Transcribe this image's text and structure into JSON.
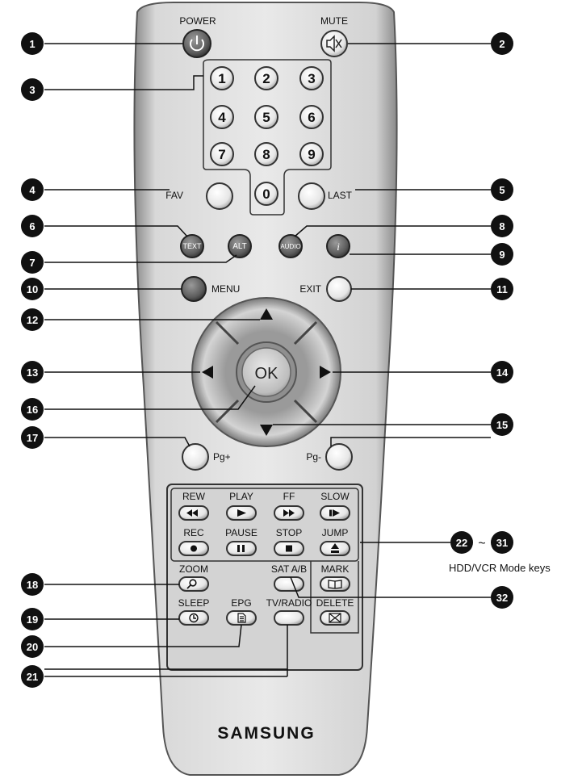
{
  "remote": {
    "brand": "SAMSUNG",
    "labels": {
      "power": "POWER",
      "mute": "MUTE",
      "fav": "FAV",
      "last": "LAST",
      "menu": "MENU",
      "exit": "EXIT",
      "ok": "OK",
      "pg_up": "Pg+",
      "pg_down": "Pg-",
      "text": "TEXT",
      "alt": "ALT",
      "audio": "AUDIO",
      "info": "i",
      "rew": "REW",
      "play": "PLAY",
      "ff": "FF",
      "slow": "SLOW",
      "rec": "REC",
      "pause": "PAUSE",
      "stop": "STOP",
      "jump": "JUMP",
      "zoom": "ZOOM",
      "sat_ab": "SAT A/B",
      "mark": "MARK",
      "sleep": "SLEEP",
      "epg": "EPG",
      "tv_radio": "TV/RADIO",
      "delete": "DELETE"
    },
    "digits": [
      "1",
      "2",
      "3",
      "4",
      "5",
      "6",
      "7",
      "8",
      "9",
      "0"
    ]
  },
  "callouts": {
    "numbers": [
      "1",
      "2",
      "3",
      "4",
      "5",
      "6",
      "7",
      "8",
      "9",
      "10",
      "11",
      "12",
      "13",
      "14",
      "15",
      "16",
      "17",
      "18",
      "19",
      "20",
      "21",
      "22",
      "31",
      "32"
    ],
    "range_sep": "~",
    "mode_keys_label": "HDD/VCR Mode keys"
  }
}
